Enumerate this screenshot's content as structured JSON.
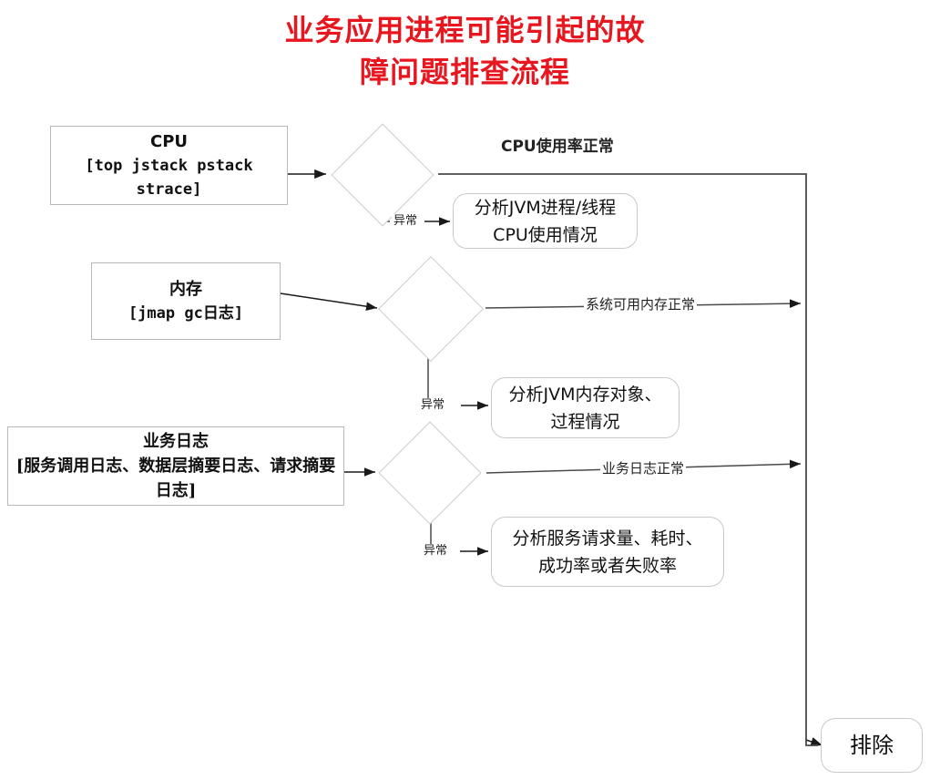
{
  "title": {
    "line1": "业务应用进程可能引起的故",
    "line2": "障问题排查流程",
    "color": "#e8161f"
  },
  "nodes": {
    "cpu_source": {
      "head": "CPU",
      "detail": "[top jstack pstack\nstrace]"
    },
    "mem_source": {
      "head": "内存",
      "detail": "[jmap gc日志]"
    },
    "log_source": {
      "head": "业务日志",
      "detail": "[服务调用日志、数据层摘要日志、请求摘要日志]"
    },
    "cpu_action": {
      "line1": "分析JVM进程/线程",
      "line2": "CPU使用情况"
    },
    "mem_action": {
      "line1": "分析JVM内存对象、",
      "line2": "过程情况"
    },
    "log_action": {
      "line1": "分析服务请求量、耗时、",
      "line2": "成功率或者失败率"
    },
    "terminal": {
      "label": "排除"
    }
  },
  "edge_labels": {
    "cpu_ok": "CPU使用率正常",
    "cpu_abnormal": "异常",
    "mem_ok": "系统可用内存正常",
    "mem_abnormal": "异常",
    "log_ok": "业务日志正常",
    "log_abnormal": "异常"
  },
  "chart_data": {
    "type": "diagram",
    "diagram_kind": "flowchart",
    "title": "业务应用进程可能引起的故障问题排查流程",
    "nodes": [
      {
        "id": "cpu_source",
        "shape": "rectangle",
        "text": "CPU [top jstack pstack strace]"
      },
      {
        "id": "cpu_decision",
        "shape": "diamond",
        "text": ""
      },
      {
        "id": "cpu_action",
        "shape": "rounded",
        "text": "分析JVM进程/线程CPU使用情况"
      },
      {
        "id": "mem_source",
        "shape": "rectangle",
        "text": "内存 [jmap gc日志]"
      },
      {
        "id": "mem_decision",
        "shape": "diamond",
        "text": ""
      },
      {
        "id": "mem_action",
        "shape": "rounded",
        "text": "分析JVM内存对象、过程情况"
      },
      {
        "id": "log_source",
        "shape": "rectangle",
        "text": "业务日志 [服务调用日志、数据层摘要日志、请求摘要日志]"
      },
      {
        "id": "log_decision",
        "shape": "diamond",
        "text": ""
      },
      {
        "id": "log_action",
        "shape": "rounded",
        "text": "分析服务请求量、耗时、成功率或者失败率"
      },
      {
        "id": "terminal",
        "shape": "rounded",
        "text": "排除"
      }
    ],
    "edges": [
      {
        "from": "cpu_source",
        "to": "cpu_decision",
        "label": ""
      },
      {
        "from": "cpu_decision",
        "to": "terminal",
        "label": "CPU使用率正常"
      },
      {
        "from": "cpu_decision",
        "to": "cpu_action",
        "label": "异常"
      },
      {
        "from": "mem_source",
        "to": "mem_decision",
        "label": ""
      },
      {
        "from": "mem_decision",
        "to": "terminal",
        "label": "系统可用内存正常"
      },
      {
        "from": "mem_decision",
        "to": "mem_action",
        "label": "异常"
      },
      {
        "from": "log_source",
        "to": "log_decision",
        "label": ""
      },
      {
        "from": "log_decision",
        "to": "terminal",
        "label": "业务日志正常"
      },
      {
        "from": "log_decision",
        "to": "log_action",
        "label": "异常"
      }
    ]
  }
}
